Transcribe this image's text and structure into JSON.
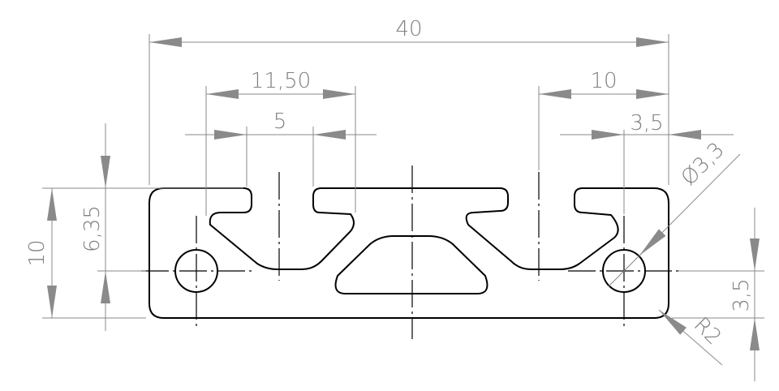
{
  "dimensions": {
    "overall_width": "40",
    "slot_span": "11,50",
    "slot_opening": "5",
    "right_offset": "10",
    "small_offset": "3,5",
    "hole_diameter": "Ø3,3",
    "overall_height": "10",
    "slot_height": "6,35",
    "hole_height": "3,5",
    "corner_radius": "R2"
  }
}
